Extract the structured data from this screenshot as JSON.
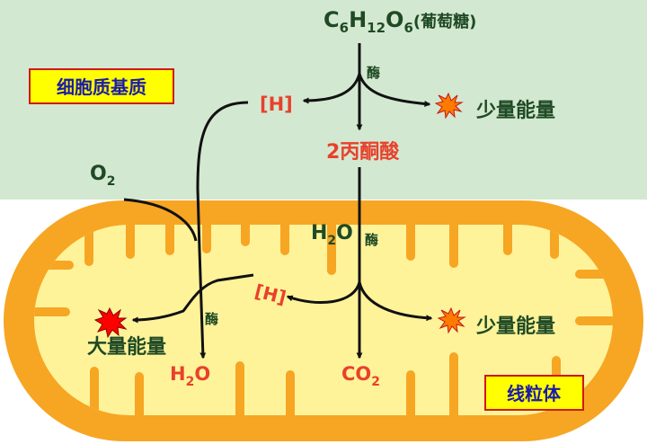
{
  "colors": {
    "cytoplasm_bg": "#d3e8d1",
    "membrane": "#f6a623",
    "matrix": "#fff39a",
    "label_box": "#ffff00",
    "label_box_border": "#d01818",
    "label_text": "#1a1aa8",
    "text_green": "#1f4a24",
    "text_red": "#e8412c",
    "arrow": "#111111",
    "burst_orange": "#ff7b00",
    "burst_red": "#ff0000"
  },
  "labels": {
    "glucose_formula": {
      "c": "C",
      "c_sub": "6",
      "h": "H",
      "h_sub": "12",
      "o": "O",
      "o_sub": "6"
    },
    "glucose_name": "(葡萄糖)",
    "cytoplasm_label": "细胞质基质",
    "enzyme_1": "酶",
    "h_1": "[H]",
    "small_energy_1": "少量能量",
    "pyruvate": "2丙酮酸",
    "o2": {
      "o": "O",
      "sub": "2"
    },
    "water_in": {
      "h": "H",
      "sub": "2",
      "o": "O"
    },
    "enzyme_2": "酶",
    "h_2": "[H]",
    "small_energy_2": "少量能量",
    "enzyme_3": "酶",
    "large_energy": "大量能量",
    "water_out": {
      "h": "H",
      "sub": "2",
      "o": "O"
    },
    "co2": {
      "co": "CO",
      "sub": "2"
    },
    "mitochondrion_label": "线粒体"
  }
}
